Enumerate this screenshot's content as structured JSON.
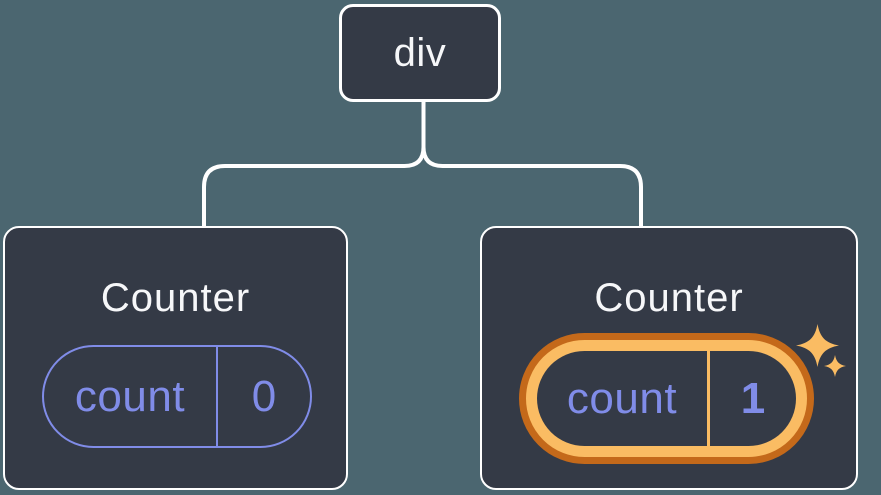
{
  "diagram": {
    "root": {
      "label": "div"
    },
    "counters": [
      {
        "title": "Counter",
        "state": {
          "name": "count",
          "value": "0"
        },
        "highlighted": false
      },
      {
        "title": "Counter",
        "state": {
          "name": "count",
          "value": "1"
        },
        "highlighted": true
      }
    ]
  },
  "icons": {
    "sparkles": "four-point-star-sparkles"
  },
  "palette": {
    "background": "#4B6670",
    "card_background": "#343A46",
    "card_border": "#FFFFFF",
    "connector": "#FFFFFF",
    "title_text": "#F6F7F9",
    "state_accent": "#808CE8",
    "highlight_dark": "#C4691A",
    "highlight_light": "#FABC63"
  }
}
